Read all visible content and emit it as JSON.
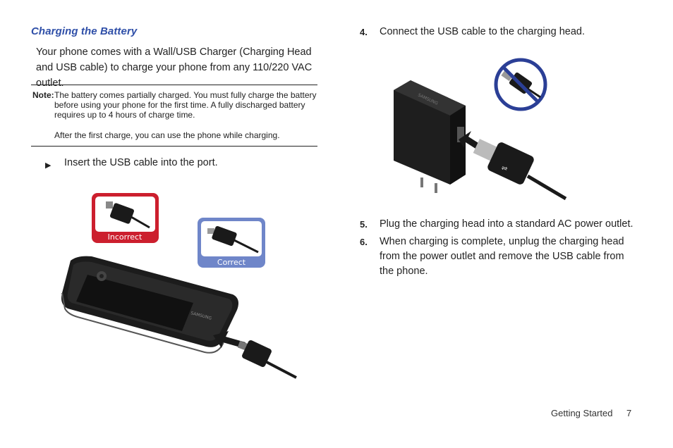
{
  "section": {
    "title": "Charging the Battery",
    "intro": "Your phone comes with a Wall/USB Charger (Charging Head and USB cable) to charge your phone from any 110/220 VAC outlet."
  },
  "note": {
    "label": "Note:",
    "text1": "The battery comes partially charged. You must fully charge the battery before using your phone for the first time. A fully discharged battery requires up to 4 hours of charge time.",
    "text2": "After the first charge, you can use the phone while charging."
  },
  "bullet": {
    "arrow": "▶",
    "text": "Insert the USB cable into the port."
  },
  "illustration_left": {
    "incorrect_label": "Incorrect",
    "correct_label": "Correct",
    "phone_brand": "SAMSUNG",
    "colors": {
      "incorrect": "#cc1f2e",
      "correct": "#6f86c9"
    }
  },
  "illustration_right": {
    "charger_brand": "SAMSUNG",
    "colors": {
      "no_symbol": "#2b3f96"
    }
  },
  "steps": [
    {
      "number": "4.",
      "text": "Connect the USB cable to the charging head."
    },
    {
      "number": "5.",
      "text": "Plug the charging head into a standard AC power outlet."
    },
    {
      "number": "6.",
      "text": "When charging is complete, unplug the charging head from the power outlet and remove the USB cable from the phone."
    }
  ],
  "footer": {
    "section": "Getting Started",
    "page": "7"
  }
}
